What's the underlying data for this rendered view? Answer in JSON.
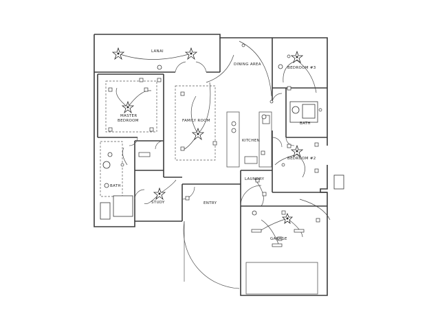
{
  "rooms": {
    "lanai": "LANAI",
    "dining_area": "DINING AREA",
    "bedroom_3": "BEDROOM #3",
    "master_bedroom_line1": "MASTER",
    "master_bedroom_line2": "BEDROOM",
    "family_room": "FAMILY ROOM",
    "kitchen": "KITCHEN",
    "bath_upper": "BATH",
    "bedroom_2": "BEDROOM #2",
    "bath_left": "BATH",
    "study": "STUDY",
    "entry": "ENTRY",
    "laundry": "LAUNDRY",
    "garage": "GARAGE"
  },
  "icons": [
    "ceiling-fan-icon",
    "light-fixture-icon",
    "switch-icon",
    "outlet-icon"
  ]
}
